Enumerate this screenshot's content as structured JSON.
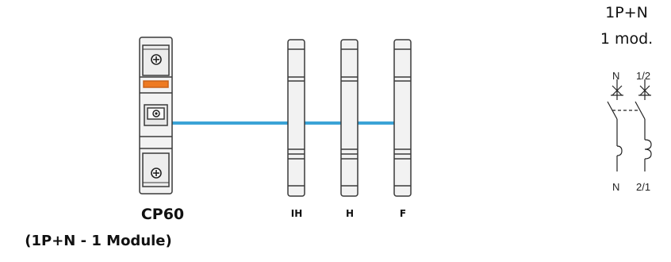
{
  "main_device": {
    "name": "CP60",
    "subtitle": "(1P+N - 1 Module)"
  },
  "accessories": [
    {
      "label": "IH"
    },
    {
      "label": "H"
    },
    {
      "label": "F"
    }
  ],
  "spec": {
    "poles": "1P+N",
    "modules": "1 mod."
  },
  "schematic": {
    "top_left": "N",
    "top_right": "1/2",
    "bottom_left": "N",
    "bottom_right": "2/1"
  },
  "colors": {
    "link": "#3ba3d6",
    "indicator": "#ee7a22",
    "body": "#f2f2f2",
    "outline": "#3a3a3a"
  }
}
